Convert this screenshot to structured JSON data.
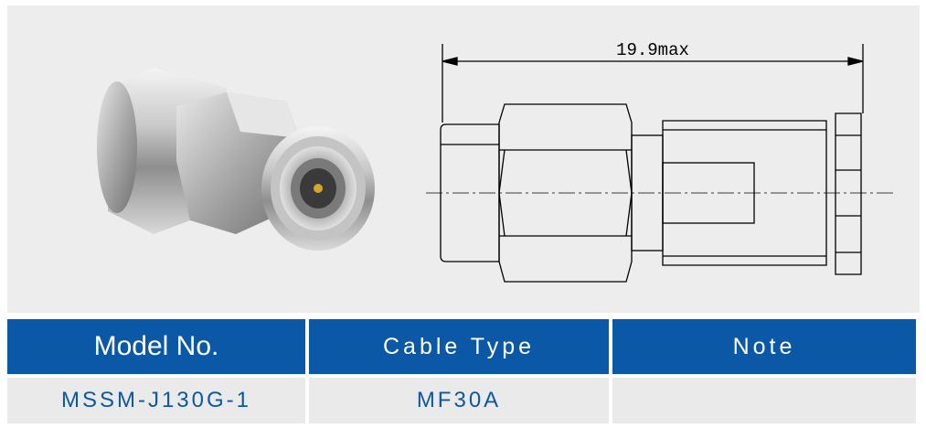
{
  "drawing": {
    "dimension_label": "19.9max"
  },
  "table": {
    "headers": [
      "Model No.",
      "Cable Type",
      "Note"
    ],
    "row": [
      "MSSM-J130G-1",
      "MF30A",
      ""
    ]
  },
  "colors": {
    "header_bg": "#0b58a6",
    "header_text": "#ffffff",
    "cell_text": "#0b58a6",
    "panel_bg": "#ededed"
  }
}
